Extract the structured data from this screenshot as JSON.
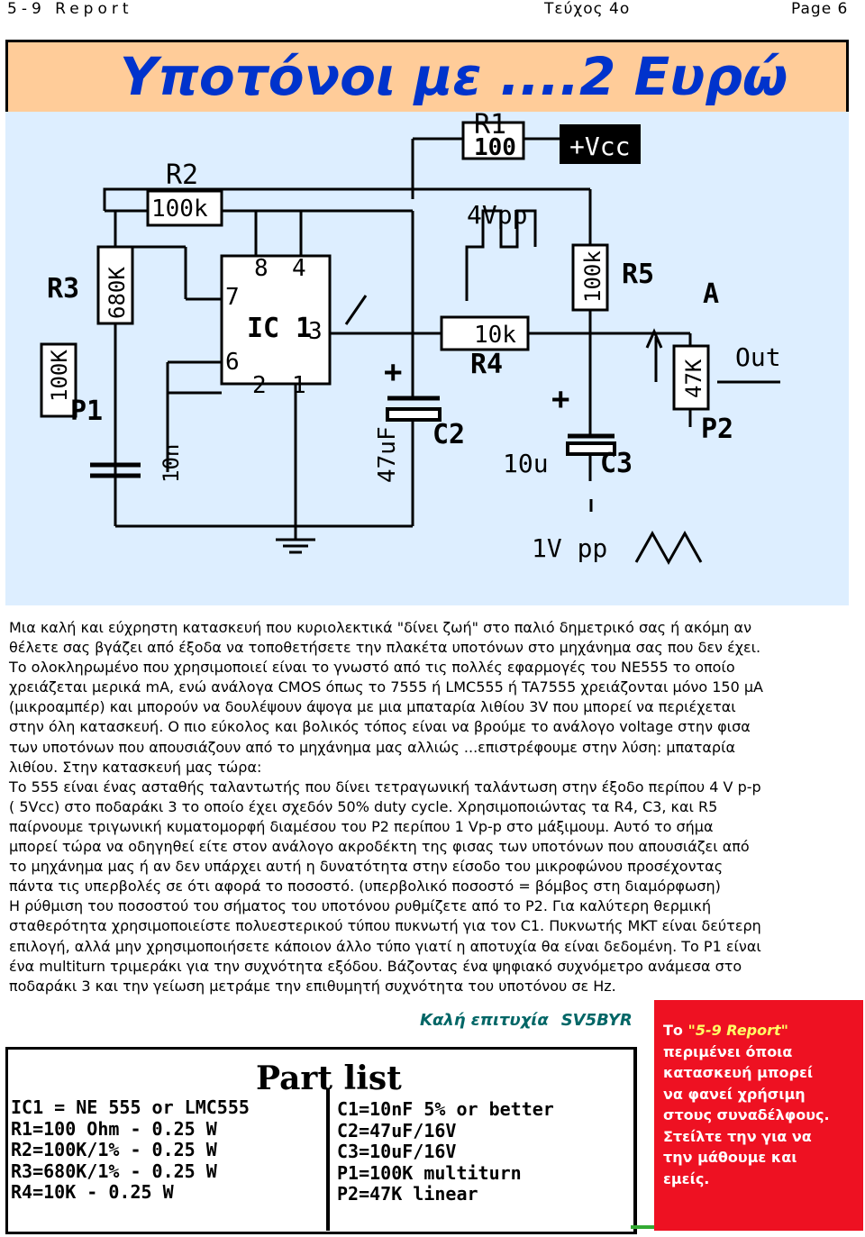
{
  "header": {
    "left": "5-9 Report",
    "center": "Τεύχος 4ο",
    "right": "Page 6"
  },
  "title": "Υποτόνοι με ....2 Ευρώ !!",
  "schematic": {
    "labels": {
      "r1": "R1",
      "r1_val": "100",
      "vcc": "+Vcc",
      "r2": "R2",
      "r2_val": "100k",
      "r3": "R3",
      "r3_val": "680K",
      "p1": "P1",
      "p1_val": "100K",
      "ic": "IC 1",
      "pin8": "8",
      "pin4": "4",
      "pin7": "7",
      "pin6": "6",
      "pin3": "3",
      "pin2": "2",
      "pin1": "1",
      "cap_small": "10n",
      "c2": "C2",
      "c2_val": "47uF",
      "r4": "R4",
      "r4_val": "10k",
      "r5": "R5",
      "r5_val": "100k",
      "p2": "P2",
      "p2_val": "47K",
      "c3": "C3",
      "c3_val": "10u",
      "out": "Out",
      "node_a": "A",
      "vpp4": "4Vpp",
      "vpp1": "1V pp",
      "faint": "P1",
      "plus": "+"
    },
    "colors": {
      "background": "#ddeeff",
      "ink": "#000000",
      "component_fill": "#ffffff"
    }
  },
  "body": [
    "Μια καλή και εύχρηστη κατασκευή που κυριολεκτικά \"δίνει ζωή\" στο παλιό δημετρικό σας ή ακόμη αν",
    "θέλετε σας βγάζει από έξοδα να τοποθετήσετε την πλακέτα υποτόνων στο μηχάνημα σας που δεν έχει.",
    "Το ολοκληρωμένο που χρησιμοποιεί είναι το γνωστό από τις πολλές εφαρμογές του NE555 το οποίο",
    "χρειάζεται μερικά mA, ενώ ανάλογα CMOS όπως το 7555 ή LMC555 ή TA7555 χρειάζονται μόνο 150 μA",
    "(μικροαμπέρ) και μπορούν να δουλέψουν άψογα με μια μπαταρία λιθίου 3V που μπορεί να περιέχεται",
    "στην όλη κατασκευή. Ο πιο εύκολος και βολικός τόπος είναι να βρούμε το ανάλογο voltage στην φισα",
    "των υποτόνων που απουσιάζουν από το μηχάνημα μας αλλιώς ...επιστρέφουμε στην λύση: μπαταρία",
    "λιθίου. Στην κατασκευή μας τώρα:",
    "Το 555 είναι ένας ασταθής ταλαντωτής που δίνει τετραγωνική ταλάντωση στην έξοδο περίπου 4 V p-p",
    "( 5Vcc) στο ποδαράκι 3 το οποίο έχει σχεδόν 50% duty cycle. Χρησιμοποιώντας τα R4, C3, και R5",
    "παίρνουμε τριγωνική κυματομορφή διαμέσου του P2 περίπου 1 Vp-p στο μάξιμουμ. Αυτό το σήμα",
    "μπορεί τώρα να οδηγηθεί είτε στον ανάλογο ακροδέκτη της φισας των υποτόνων που απουσιάζει από",
    "το μηχάνημα μας ή αν δεν υπάρχει αυτή η δυνατότητα στην είσοδο του μικροφώνου προσέχοντας",
    "πάντα τις υπερβολές σε ότι αφορά το ποσοστό. (υπερβολικό ποσοστό = βόμβος στη διαμόρφωση)",
    "Η ρύθμιση του ποσοστού του σήματος του υποτόνου ρυθμίζετε από το P2. Για καλύτερη θερμική",
    "σταθερότητα χρησιμοποιείστε πολυεστερικού τύπου πυκνωτή για τον C1. Πυκνωτής MKT είναι δεύτερη",
    "επιλογή, αλλά μην χρησιμοποιήσετε κάποιον άλλο τύπο γιατί η αποτυχία θα είναι δεδομένη. Το P1 είναι",
    "ένα multiturn τριμεράκι για την συχνότητα εξόδου. Βάζοντας ένα ψηφιακό συχνόμετρο ανάμεσα στο",
    "ποδαράκι 3 και την γείωση μετράμε την επιθυμητή συχνότητα του υποτόνου σε Hz."
  ],
  "signoff": {
    "greeting": "Καλή επιτυχία",
    "callsign": "SV5BYR"
  },
  "parts": {
    "title": "Part list",
    "left": [
      "IC1 = NE 555 or LMC555",
      "R1=100 Ohm - 0.25 W",
      "R2=100K/1% - 0.25 W",
      "R3=680K/1% - 0.25 W",
      "R4=10K - 0.25 W"
    ],
    "right": [
      "C1=10nF 5% or better",
      "C2=47uF/16V",
      "C3=10uF/16V",
      "P1=100K multiturn",
      "P2=47K linear"
    ]
  },
  "notice": {
    "prefix": "Το ",
    "highlight": "\"5-9 Report\"",
    "lines": [
      "περιμένει όποια",
      "κατασκευή μπορεί",
      "να φανεί χρήσιμη",
      "στους συναδέλφους.",
      "Στείλτε την για να",
      "την μάθουμε και",
      "εμείς."
    ]
  }
}
